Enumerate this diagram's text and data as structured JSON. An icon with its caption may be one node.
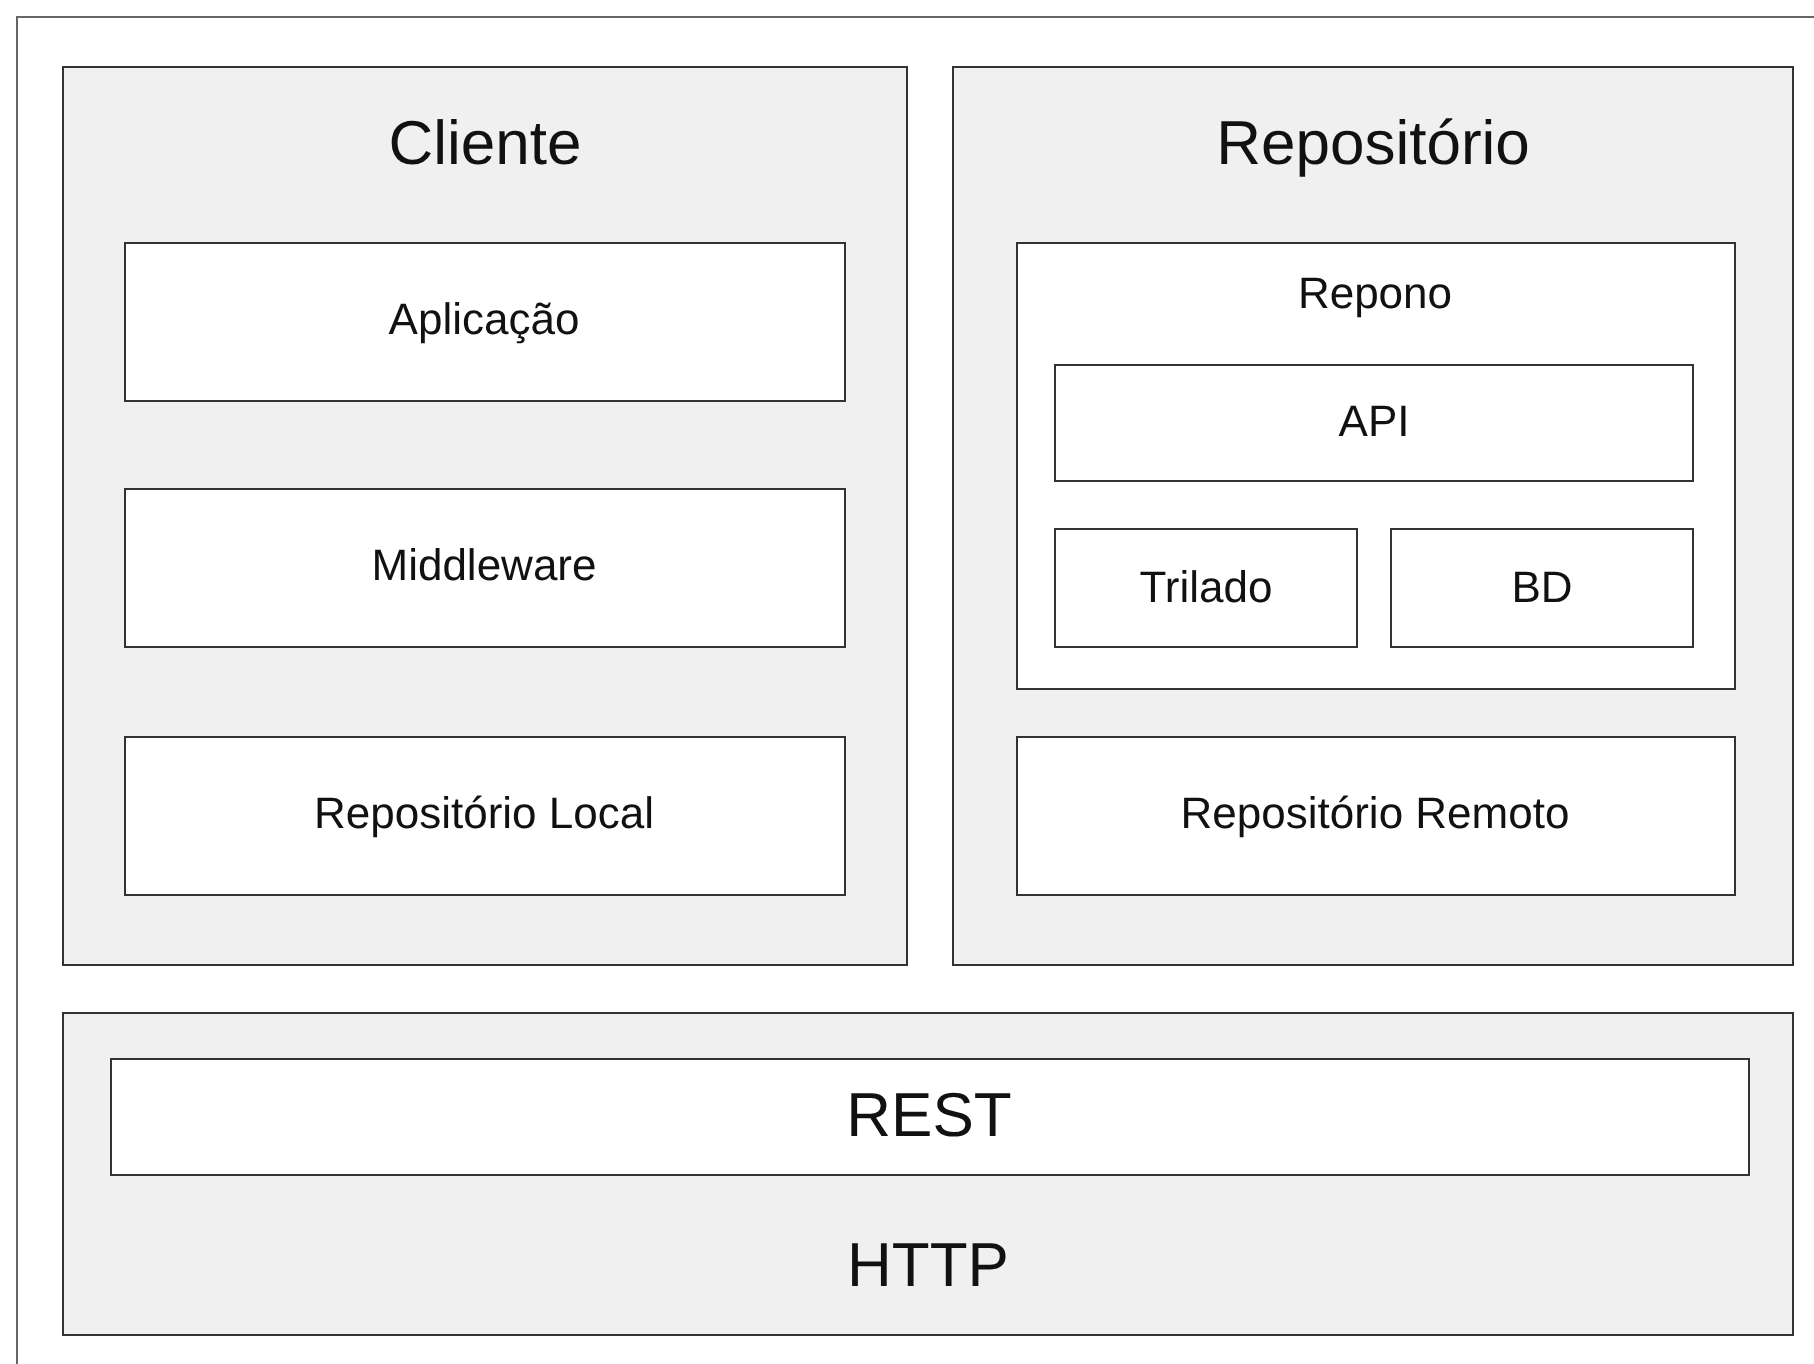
{
  "diagram": {
    "nodes": [
      {
        "text": [
          "Cliente"
        ]
      },
      {
        "text": [
          "Aplicação"
        ],
        "in": 0
      },
      {
        "text": [
          "Middleware"
        ],
        "in": 0
      },
      {
        "text": [
          "Repositório Local"
        ],
        "in": 0
      },
      {
        "text": [
          "Repositório"
        ]
      },
      {
        "text": [
          "Repono"
        ],
        "in": 4
      },
      {
        "text": [
          "API"
        ],
        "in": 5
      },
      {
        "text": [
          "Trilado"
        ],
        "in": 5
      },
      {
        "text": [
          "BD"
        ],
        "in": 5
      },
      {
        "text": [
          "Repositório Remoto"
        ],
        "in": 4
      },
      {
        "text": [
          "HTTP"
        ]
      },
      {
        "text": [
          "REST"
        ],
        "in": 10
      }
    ]
  }
}
